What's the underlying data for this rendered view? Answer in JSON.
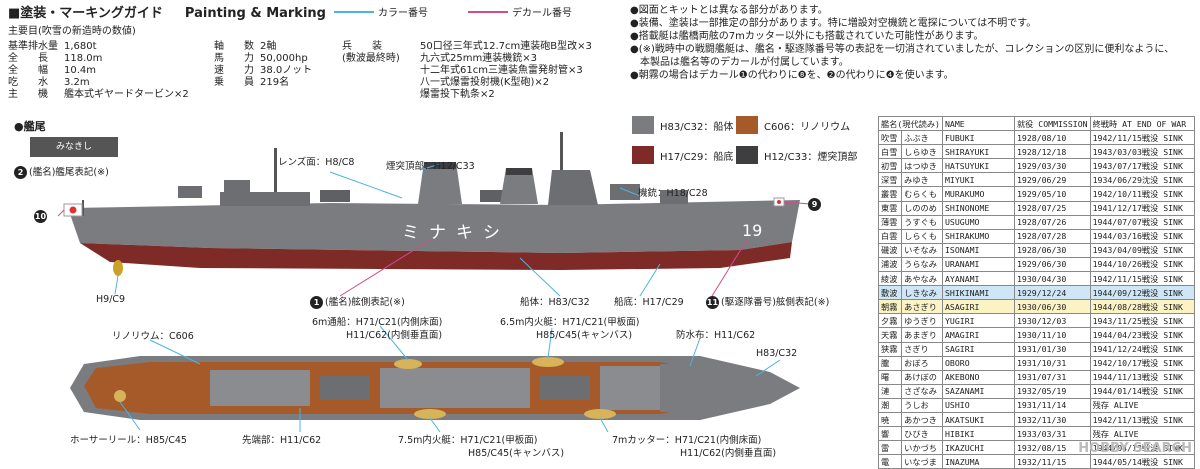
{
  "header": {
    "title_jp": "■塗装・マーキングガイド",
    "title_en": "Painting & Marking",
    "legend_color": "カラー番号",
    "legend_decal": "デカール番号",
    "subtitle": "主要目(吹雪の新造時の数値)"
  },
  "specs_left": [
    {
      "k": "基準排水量",
      "v": "1,680t"
    },
    {
      "k": "全　　長",
      "v": "118.0m"
    },
    {
      "k": "全　　幅",
      "v": "10.4m"
    },
    {
      "k": "吃　　水",
      "v": "3.2m"
    },
    {
      "k": "主　　機",
      "v": "艦本式ギヤードタービン×2"
    }
  ],
  "specs_mid": [
    {
      "k": "軸　　数",
      "v": "2軸"
    },
    {
      "k": "馬　　力",
      "v": "50,000hp"
    },
    {
      "k": "速　　力",
      "v": "38.0ノット"
    },
    {
      "k": "乗　　員",
      "v": "219名"
    }
  ],
  "armament": {
    "label1": "兵　　装",
    "label2": "(敷波最終時)",
    "lines": [
      "50口径三年式12.7cm連装砲B型改×3",
      "九六式25mm連装機銃×3",
      "十二年式61cm三連装魚雷発射管×3",
      "八一式爆雷投射機(K型砲)×2",
      "爆雷投下軌条×2"
    ]
  },
  "notes": [
    "●図面とキットとは異なる部分があります。",
    "●装備、塗装は一部推定の部分があります。特に増設対空機銃と電探については不明です。",
    "●搭載艇は艦橋両舷の7mカッター以外にも搭載されていた可能性があります。",
    "●(※)戦時中の戦闘艦艇は、艦名・駆逐隊番号等の表記を一切消されていましたが、コレクションの区別に便利なように、",
    "　本製品は艦名等のデカールが付属しています。",
    "●朝霧の場合はデカール❶の代わりに❽を、❷の代わりに❹を使います。"
  ],
  "colors": {
    "hull_grey": "#7b7c80",
    "red": "#7e2a27",
    "linoleum": "#a65a2a",
    "dark": "#3e3e40",
    "legend_blue": "#4bb5e0",
    "legend_pink": "#d24b8c"
  },
  "chips": [
    {
      "label": "H83/C32：船体",
      "color": "#7b7c80"
    },
    {
      "label": "C606：リノリウム",
      "color": "#a65a2a"
    },
    {
      "label": "H17/C29：船底",
      "color": "#7e2a27"
    },
    {
      "label": "H12/C33：煙突頂部",
      "color": "#3e3e40"
    }
  ],
  "stern": {
    "heading": "●艦尾",
    "plate": "みなきし",
    "caption": "(艦名)艦尾表記(※)",
    "badge": "2"
  },
  "side_labels": {
    "lens": "レンズ面：H8/C8",
    "funnel_top": "煙突頂部：H12/C33",
    "mg": "機銃：H18/C28",
    "flag_badge": "10",
    "right_badge": "9",
    "h9c9": "H9/C9",
    "name_side": "(艦名)舷側表記(※)",
    "name_side_badge": "1",
    "hull": "船体：H83/C32",
    "bottom": "船底：H17/C29",
    "div_side": "(駆逐隊番号)舷側表記(※)",
    "div_side_badge": "11",
    "hull_name": "ミナキシ",
    "hull_num": "19"
  },
  "top_labels": {
    "linoleum": "リノリウム：C606",
    "boat6": "6m通船：H71/C21(内側床面)",
    "boat6b": "H11/C62(内側垂直面)",
    "boat65a": "6.5m内火艇：H71/C21(甲板面)",
    "boat65b": "H85/C45(キャンバス)",
    "tarp": "防水布：H11/C62",
    "hull_top": "H83/C32",
    "hose": "ホーサーリール：H85/C45",
    "tip": "先端部：H11/C62",
    "boat75a": "7.5m内火艇：H71/C21(甲板面)",
    "boat75b": "H85/C45(キャンバス)",
    "cutter_a": "7mカッター：H71/C21(内側床面)",
    "cutter_b": "H11/C62(内側垂直面)"
  },
  "table": {
    "headers": [
      "艦名(現代読み)",
      "",
      "NAME",
      "就役 COMMISSION",
      "終戦時 AT END OF WAR"
    ],
    "rows": [
      [
        "吹雪",
        "ふぶき",
        "FUBUKI",
        "1928/08/10",
        "1942/11/15戦没 SINK"
      ],
      [
        "白雪",
        "しらゆき",
        "SHIRAYUKI",
        "1928/12/18",
        "1943/03/03戦没 SINK"
      ],
      [
        "初雪",
        "はつゆき",
        "HATSUYUKI",
        "1929/03/30",
        "1943/07/17戦没 SINK"
      ],
      [
        "深雪",
        "みゆき",
        "MIYUKI",
        "1929/06/29",
        "1934/06/29沈没 SINK"
      ],
      [
        "叢雲",
        "むらくも",
        "MURAKUMO",
        "1929/05/10",
        "1942/10/11戦没 SINK"
      ],
      [
        "東雲",
        "しののめ",
        "SHINONOME",
        "1928/07/25",
        "1941/12/17戦没 SINK"
      ],
      [
        "薄雲",
        "うすぐも",
        "USUGUMO",
        "1928/07/26",
        "1944/07/07戦没 SINK"
      ],
      [
        "白雲",
        "しらくも",
        "SHIRAKUMO",
        "1928/07/28",
        "1944/03/16戦没 SINK"
      ],
      [
        "磯波",
        "いそなみ",
        "ISONAMI",
        "1928/06/30",
        "1943/04/09戦没 SINK"
      ],
      [
        "浦波",
        "うらなみ",
        "URANAMI",
        "1929/06/30",
        "1944/10/26戦没 SINK"
      ],
      [
        "綾波",
        "あやなみ",
        "AYANAMI",
        "1930/04/30",
        "1942/11/15戦没 SINK"
      ],
      [
        "敷波",
        "しきなみ",
        "SHIKINAMI",
        "1929/12/24",
        "1944/09/12戦没 SINK"
      ],
      [
        "朝霧",
        "あさぎり",
        "ASAGIRI",
        "1930/06/30",
        "1944/08/28戦没 SINK"
      ],
      [
        "夕霧",
        "ゆうぎり",
        "YUGIRI",
        "1930/12/03",
        "1943/11/25戦没 SINK"
      ],
      [
        "天霧",
        "あまぎり",
        "AMAGIRI",
        "1930/11/10",
        "1944/04/23戦没 SINK"
      ],
      [
        "狭霧",
        "さぎり",
        "SAGIRI",
        "1931/01/30",
        "1941/12/24戦没 SINK"
      ],
      [
        "朧",
        "おぼろ",
        "OBORO",
        "1931/10/31",
        "1942/10/17戦没 SINK"
      ],
      [
        "曙",
        "あけぼの",
        "AKEBONO",
        "1931/07/31",
        "1944/11/13戦没 SINK"
      ],
      [
        "漣",
        "さざなみ",
        "SAZANAMI",
        "1932/05/19",
        "1944/01/14戦没 SINK"
      ],
      [
        "潮",
        "うしお",
        "USHIO",
        "1931/11/14",
        "残存 ALIVE"
      ],
      [
        "暁",
        "あかつき",
        "AKATSUKI",
        "1932/11/30",
        "1942/11/13戦没 SINK"
      ],
      [
        "響",
        "ひびき",
        "HIBIKI",
        "1933/03/31",
        "残存 ALIVE"
      ],
      [
        "雷",
        "いかづち",
        "IKAZUCHI",
        "1932/08/15",
        "1944/04/13戦没 SINK"
      ],
      [
        "電",
        "いなづま",
        "INAZUMA",
        "1932/11/15",
        "1944/05/14戦没 SINK"
      ]
    ]
  },
  "watermark": "HOBBY SEARCH"
}
